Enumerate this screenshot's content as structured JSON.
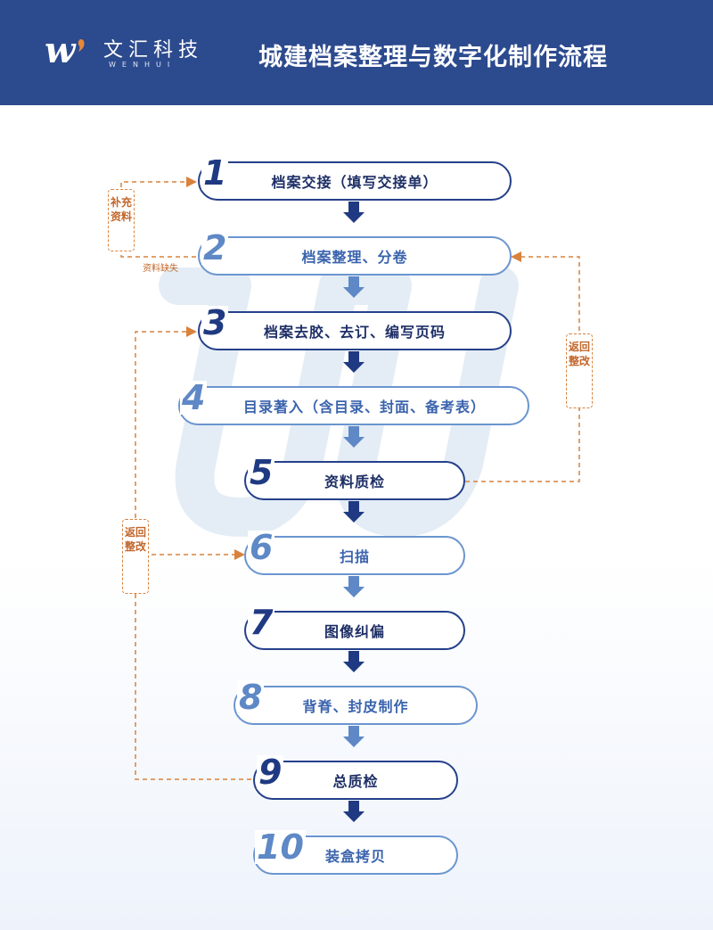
{
  "header": {
    "logo_mark": "w",
    "logo_name": "文汇科技",
    "logo_sub": "WENHUI",
    "title": "城建档案整理与数字化制作流程"
  },
  "steps": [
    {
      "num": "1",
      "label": "档案交接（填写交接单）",
      "style": "dark"
    },
    {
      "num": "2",
      "label": "档案整理、分卷",
      "style": "light"
    },
    {
      "num": "3",
      "label": "档案去胶、去订、编写页码",
      "style": "dark"
    },
    {
      "num": "4",
      "label": "目录著入（含目录、封面、备考表）",
      "style": "light"
    },
    {
      "num": "5",
      "label": "资料质检",
      "style": "dark"
    },
    {
      "num": "6",
      "label": "扫描",
      "style": "light"
    },
    {
      "num": "7",
      "label": "图像纠偏",
      "style": "dark"
    },
    {
      "num": "8",
      "label": "背脊、封皮制作",
      "style": "light"
    },
    {
      "num": "9",
      "label": "总质检",
      "style": "dark"
    },
    {
      "num": "10",
      "label": "装盒拷贝",
      "style": "light"
    }
  ],
  "side_labels": {
    "supplement": "补充资料",
    "missing_note": "资料缺失",
    "return_right": "返回整改",
    "return_left": "返回整改"
  },
  "colors": {
    "header_bg": "#2c4a8e",
    "dark_step": "#25408a",
    "light_step": "#6b95cf",
    "dashed_line": "#d9823c"
  }
}
